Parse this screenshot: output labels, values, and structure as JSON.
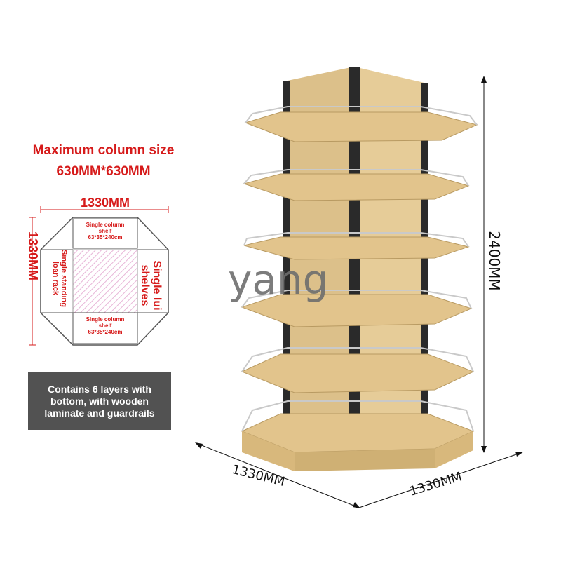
{
  "spec": {
    "column_size_line1": "Maximum column size",
    "column_size_line2": "630MM*630MM"
  },
  "plan": {
    "width": "1330MM",
    "height": "1330MM",
    "top_caption_line1": "Single column",
    "top_caption_line2": "shelf",
    "top_caption_line3": "63*35*240cm",
    "bottom_caption_line1": "Single column",
    "bottom_caption_line2": "shelf",
    "bottom_caption_line3": "63*35*240cm",
    "left_label": "Single standing loan rack",
    "right_label": "Single lui shelves"
  },
  "info": {
    "text": "Contains 6 layers with bottom, with wooden laminate and guardrails"
  },
  "watermark": "yang",
  "dimensions": {
    "height": "2400MM",
    "left": "1330MM",
    "right": "1330MM"
  },
  "colors": {
    "accent": "#d61a1a",
    "wood": "#e2c48c",
    "metal": "#2a2a2a"
  }
}
